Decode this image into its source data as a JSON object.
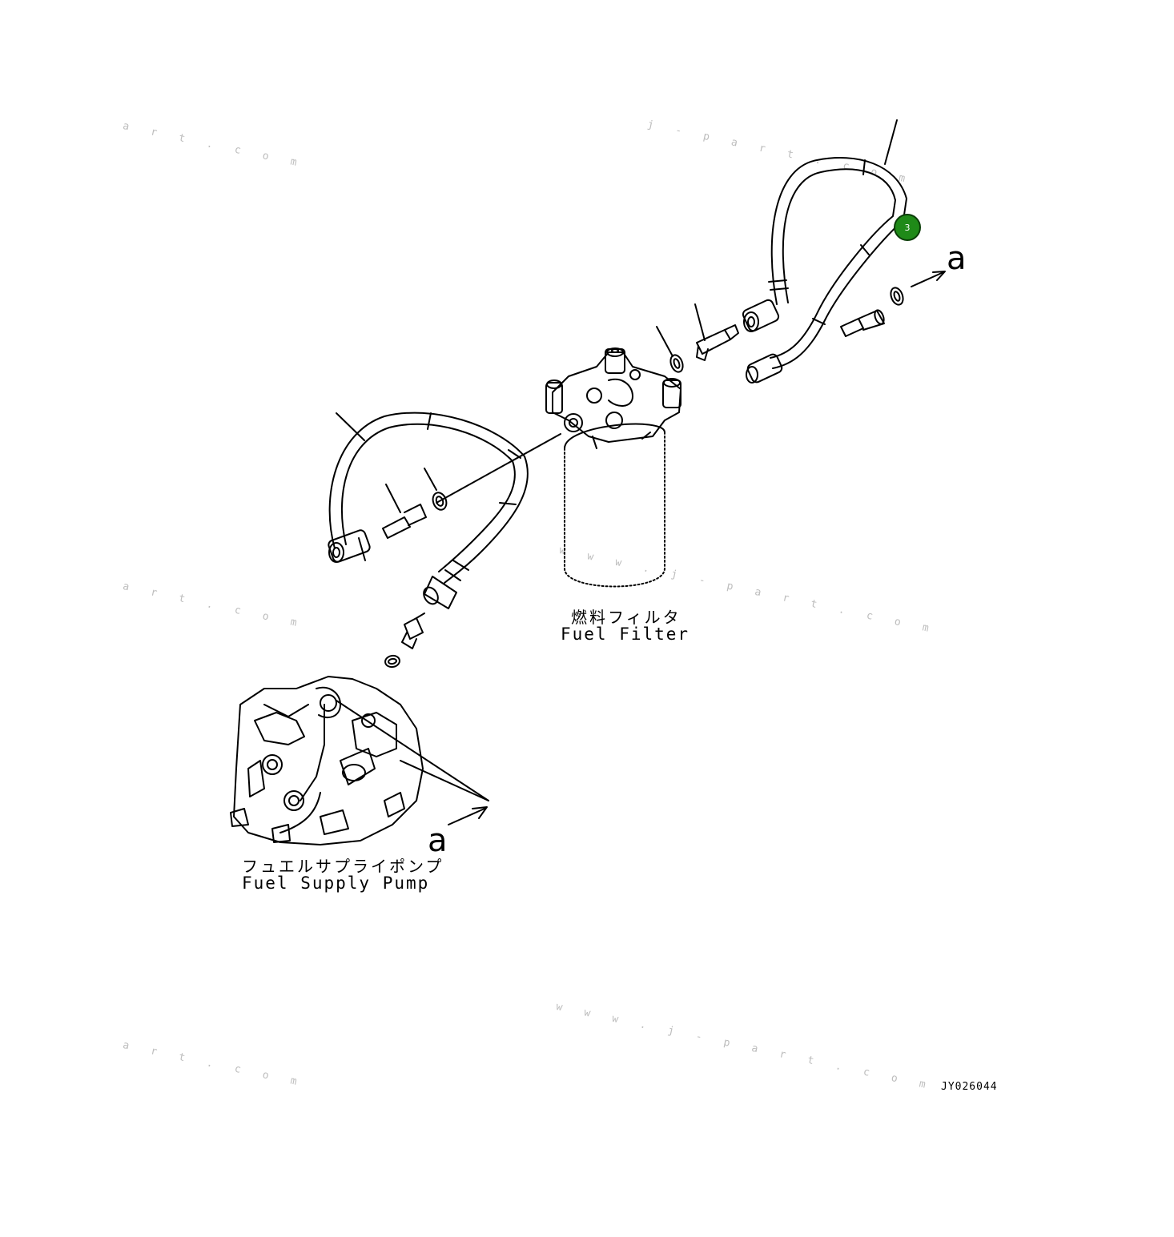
{
  "labels": {
    "fuel_filter_jp": "燃料フィルタ",
    "fuel_filter_en": "Fuel Filter",
    "pump_jp": "フュエルサプライポンプ",
    "pump_en": "Fuel Supply Pump",
    "arrow_top": "a",
    "arrow_bottom": "a",
    "drawing_code": "JY026044"
  },
  "callouts": [
    {
      "id": "3",
      "label": "3",
      "color": "#1f8a18"
    }
  ],
  "watermarks": [
    "a r t . c o m",
    "j - p a r t . c o m",
    "a r t . c o m",
    "w w w . j - p a r t . c o m",
    "a r t . c o m",
    "w w w . j - p a r t . c o m"
  ]
}
